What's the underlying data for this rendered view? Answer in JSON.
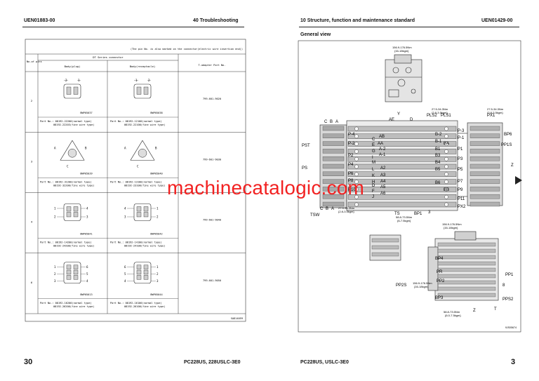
{
  "left_page": {
    "header_code": "UEN01883-00",
    "header_title": "40 Troubleshooting",
    "table_note": "(The pin No. is also marked on the connector(electric wire insertion end))",
    "col_no": "No.of pins",
    "col_series": "DT Series connector",
    "col_body_plug": "Body(plug)",
    "col_body_receptacle": "Body(receptacle)",
    "col_tshooter": "T-adapter Part No.",
    "rows": [
      {
        "pins": "2",
        "plug_code": "BWP05037",
        "rec_code": "BWP05038",
        "adapter": "799-601-9020",
        "plug_part1": "Part No.: 08192-22200(normal type)",
        "plug_part2": "08192-22203(fine wire type)",
        "rec_part1": "Part No.: 08192-12100(normal type)",
        "rec_part2": "08192-22100(fine wire type)",
        "plug_pins": [
          "2",
          "1"
        ],
        "rec_pins": [
          "1",
          "2"
        ]
      },
      {
        "pins": "3",
        "plug_code": "BWP05039",
        "rec_code": "BWP05040",
        "adapter": "799-601-9030",
        "plug_part1": "Part No.: 08192-31200(normal type)",
        "plug_part2": "08192-32200(fine wire type)",
        "rec_part1": "Part No.: 08192-13100(normal type)",
        "rec_part2": "08192-23100(fine wire type)",
        "plug_pins": [
          "A",
          "B",
          "C"
        ],
        "rec_pins": [
          "B",
          "A",
          "C"
        ]
      },
      {
        "pins": "4",
        "plug_code": "BWP05041",
        "rec_code": "BWP05042",
        "adapter": "799-601-9040",
        "plug_part1": "Part No.: 08192-14200(normal type)",
        "plug_part2": "08192-24200(fine wire type)",
        "rec_part1": "Part No.: 08192-14100(normal type)",
        "rec_part2": "08192-24100(fine wire type)",
        "plug_pins": [
          "1",
          "4",
          "2",
          "3"
        ],
        "rec_pins": [
          "4",
          "1",
          "3",
          "2"
        ]
      },
      {
        "pins": "6",
        "plug_code": "BWP05013",
        "rec_code": "BWP05044",
        "adapter": "799-601-9050",
        "plug_part1": "Part No.: 08192-16200(normal type)",
        "plug_part2": "08192-26200(fine wire type)",
        "rec_part1": "Part No.: 08192-16100(normal type)",
        "rec_part2": "08192-26100(fine wire type)",
        "plug_pins": [
          "1",
          "6",
          "2",
          "5",
          "3",
          "4"
        ],
        "rec_pins": [
          "6",
          "1",
          "5",
          "2",
          "4",
          "3"
        ]
      }
    ],
    "figure_code": "SAD14059",
    "footer_model": "PC228US, 228USLC-3E0",
    "page_number": "30"
  },
  "right_page": {
    "header_title": "10 Structure, function and maintenance standard",
    "header_code": "UEN01429-00",
    "section_title": "General view",
    "figure_code": "9JS05674",
    "footer_model": "PC228US, USLC-3E0",
    "page_number": "3",
    "torque_top": [
      "156.9-176.5Nm",
      "{16-18kgm}"
    ],
    "torque_mid_left": [
      "27.5-34.3Nm",
      "{2.8-3.5kgm}"
    ],
    "torque_mid_right": [
      "27.5-34.3Nm",
      "{2.8-3.5kgm}"
    ],
    "torque_bottom_left": [
      "27.5-34.3Nm",
      "{2.8-3.5kgm}"
    ],
    "torque_bottom_center": [
      "58.8-73.5Nm",
      "{6-7.5kgm}"
    ],
    "torque_lower_right": [
      "156.9-176.5Nm",
      "{16-18kgm}"
    ],
    "torque_lower_mid": [
      "156.9-176.5Nm",
      "{16-18kgm}"
    ],
    "torque_lower_bottom": [
      "58.8-73.5Nm",
      "{6.0-7.5kgm}"
    ],
    "labels_left": [
      "PST",
      "P-4",
      "P-2",
      "P2",
      "P4",
      "P6",
      "P8",
      "P10",
      "PS",
      "TSW"
    ],
    "labels_center": [
      "AB",
      "AA",
      "A-2",
      "A-1",
      "A2",
      "A3",
      "A4",
      "A5",
      "A6",
      "C",
      "E",
      "G",
      "I",
      "M",
      "L",
      "K",
      "H",
      "D",
      "F",
      "J"
    ],
    "labels_center_right": [
      "B-2",
      "B-1",
      "BA",
      "B1",
      "B3",
      "B4",
      "B5",
      "B6",
      "BB"
    ],
    "labels_top": [
      "C",
      "B",
      "A",
      "PLS2",
      "PLS1",
      "AE",
      "D",
      "Y",
      "PX1"
    ],
    "labels_right": [
      "P-3",
      "P-1",
      "P1",
      "P3",
      "P5",
      "P7",
      "P9",
      "P11",
      "PX2",
      "BP6",
      "PP1S",
      "Z"
    ],
    "labels_bottom": [
      "C",
      "B",
      "A",
      "TS",
      "BP1",
      "3"
    ],
    "labels_lower": [
      "BP4",
      "PR",
      "PP2",
      "PP2S",
      "BP3",
      "PP1",
      "8",
      "PPS2",
      "T",
      "Z"
    ]
  },
  "watermark": "machinecatalogic.com"
}
